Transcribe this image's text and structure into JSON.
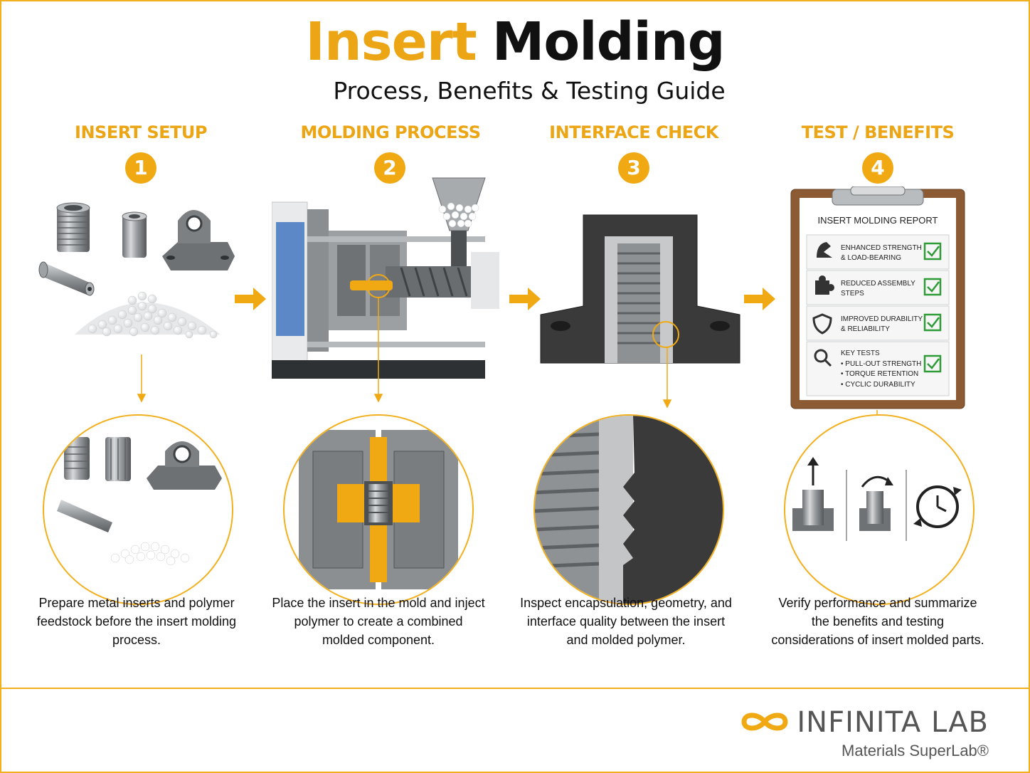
{
  "header": {
    "title_accent": "Insert",
    "title_main": "Molding",
    "subtitle": "Process, Benefits & Testing Guide"
  },
  "steps": [
    {
      "number": "1",
      "heading": "INSERT SETUP",
      "caption": "Prepare metal inserts and polymer feedstock before the insert molding process."
    },
    {
      "number": "2",
      "heading": "MOLDING PROCESS",
      "caption": "Place the insert in the mold and inject polymer to create a combined molded component."
    },
    {
      "number": "3",
      "heading": "INTERFACE CHECK",
      "caption": "Inspect encapsulation, geometry, and interface quality between the insert and molded polymer."
    },
    {
      "number": "4",
      "heading": "TEST / BENEFITS",
      "caption": "Verify performance and summarize the benefits and testing considerations of insert molded parts."
    }
  ],
  "report": {
    "title": "INSERT MOLDING REPORT",
    "rows": [
      {
        "icon": "strength-icon",
        "line1": "ENHANCED STRENGTH",
        "line2": "& LOAD-BEARING"
      },
      {
        "icon": "puzzle-icon",
        "line1": "REDUCED ASSEMBLY",
        "line2": "STEPS"
      },
      {
        "icon": "shield-icon",
        "line1": "IMPROVED DURABILITY",
        "line2": "& RELIABILITY"
      },
      {
        "icon": "magnifier-icon",
        "line1": "KEY TESTS",
        "line2": ""
      }
    ],
    "tests": [
      "• PULL-OUT STRENGTH",
      "• TORQUE RETENTION",
      "• CYCLIC DURABILITY"
    ]
  },
  "brand": {
    "name": "INFINITA LAB",
    "tagline": "Materials SuperLab®"
  },
  "colors": {
    "accent": "#f0a912",
    "text": "#111111",
    "metal": "#8a8d90",
    "polymer_dark": "#3a3a3a"
  }
}
